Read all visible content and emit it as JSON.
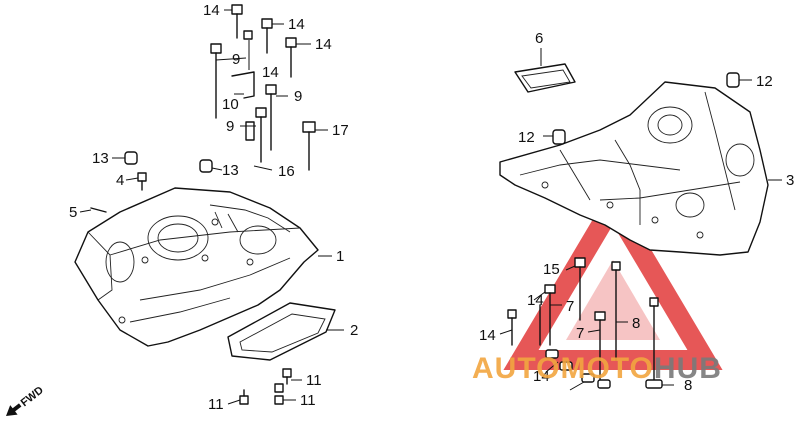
{
  "colors": {
    "ink": "#111111",
    "watermark_red": "#e23a3a",
    "watermark_orange": "#f2a640",
    "watermark_gray": "#7a7a7a"
  },
  "callouts": {
    "c1": "1",
    "c2": "2",
    "c3": "3",
    "c4": "4",
    "c5": "5",
    "c6": "6",
    "c7a": "7",
    "c7b": "7",
    "c8a": "8",
    "c8b": "8",
    "c9a": "9",
    "c9b": "9",
    "c9c": "9",
    "c10": "10",
    "c11a": "11",
    "c11b": "11",
    "c11c": "11",
    "c12a": "12",
    "c12b": "12",
    "c13a": "13",
    "c13b": "13",
    "c14a": "14",
    "c14b": "14",
    "c14c": "14",
    "c14d": "14",
    "c14e": "14",
    "c14f": "14",
    "c14g": "14",
    "c15": "15",
    "c16": "16",
    "c17": "17"
  },
  "direction_label": "FWD",
  "watermark": {
    "auto": "AUTO",
    "moto": "MOTO",
    "hub": "HUB",
    "icon": "triangle-logo-icon"
  }
}
